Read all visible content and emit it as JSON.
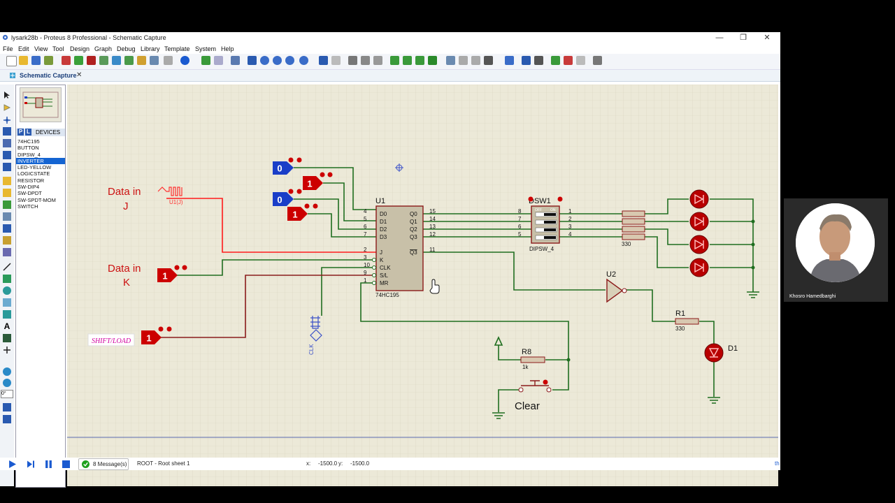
{
  "window": {
    "title": "lysark28b - Proteus 8 Professional - Schematic Capture",
    "minimize": "—",
    "maximize": "❐",
    "close": "✕"
  },
  "menu": [
    "File",
    "Edit",
    "View",
    "Tool",
    "Design",
    "Graph",
    "Debug",
    "Library",
    "Template",
    "System",
    "Help"
  ],
  "tab": {
    "label": "Schematic Capture",
    "close": "✕"
  },
  "devices": {
    "header_p": "P",
    "header_l": "L",
    "header_label": "DEVICES",
    "items": [
      "74HC195",
      "BUTTON",
      "DIPSW_4",
      "INVERTER",
      "LED-YELLOW",
      "LOGICSTATE",
      "RESISTOR",
      "SW-DIP4",
      "SW-DPDT",
      "SW-SPDT-MOM",
      "SWITCH"
    ],
    "selected_index": 3
  },
  "angle_field": "0°",
  "schematic": {
    "label_data_j_1": "Data in",
    "label_data_j_2": "J",
    "label_data_k_1": "Data in",
    "label_data_k_2": "K",
    "label_shift_load": "SHIFT/LOAD",
    "label_u1j": "U1(J)",
    "label_clk": "CLK",
    "logic_states": [
      "0",
      "1",
      "0",
      "1",
      "1",
      "1"
    ],
    "u1": {
      "ref": "U1",
      "part": "74HC195",
      "left_pins": [
        "D0",
        "D1",
        "D2",
        "D3",
        "J",
        "K",
        "CLK",
        "S/L",
        "MR"
      ],
      "left_nums": [
        "4",
        "5",
        "6",
        "7",
        "2",
        "3",
        "10",
        "9",
        "1"
      ],
      "right_pins": [
        "Q0",
        "Q1",
        "Q2",
        "Q3",
        "Q3"
      ],
      "right_nums": [
        "15",
        "14",
        "13",
        "12",
        "11"
      ]
    },
    "dsw": {
      "ref": "DSW1",
      "part": "DIPSW_4",
      "off": "OFF",
      "on": "ON",
      "left_nums": [
        "8",
        "7",
        "6",
        "5"
      ],
      "right_nums": [
        "1",
        "2",
        "3",
        "4"
      ]
    },
    "rpack": "330",
    "u2": "U2",
    "r1": {
      "ref": "R1",
      "value": "330"
    },
    "r8": {
      "ref": "R8",
      "value": "1k"
    },
    "d1": "D1",
    "clear": "Clear"
  },
  "status": {
    "messages": "8 Message(s)",
    "sheet": "ROOT - Root sheet 1",
    "coords_x_label": "x:",
    "coords_x": "-1500.0",
    "coords_y_label": "y:",
    "coords_y": "-1500.0",
    "th": "th"
  },
  "webcam": {
    "name": "Khosro Hamedbarghi"
  },
  "colors": {
    "wire_green": "#1f6e1f",
    "wire_red": "#ff1a1a",
    "wire_brown": "#8a1c1c",
    "logic_blue": "#1a3ec8",
    "logic_red": "#cc0000",
    "chip_fill": "#c8c0a8",
    "chip_border": "#8b1a1a",
    "grid_bg": "#ece9d8"
  }
}
